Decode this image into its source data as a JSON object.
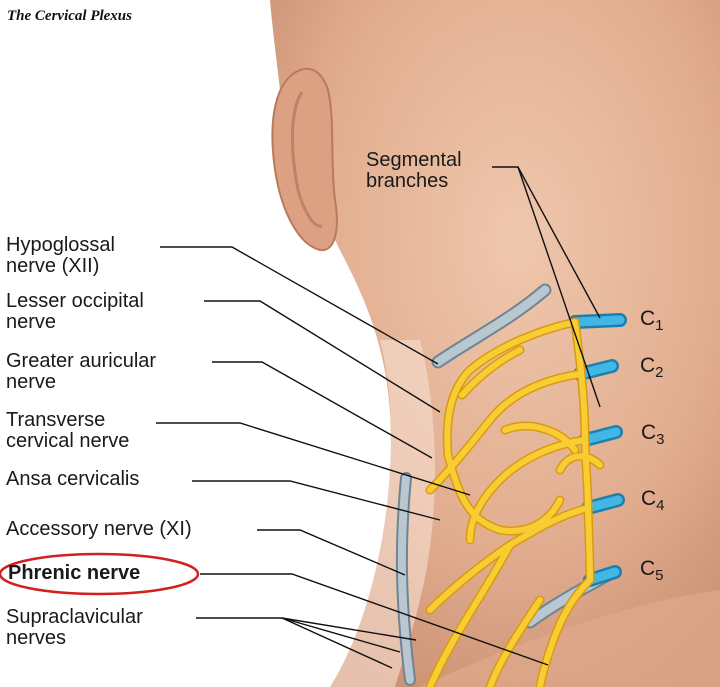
{
  "title": "The Cervical Plexus",
  "labels": {
    "segmental": [
      "Segmental",
      "branches"
    ],
    "hypoglossal": [
      "Hypoglossal",
      "nerve (XII)"
    ],
    "lesser_occipital": [
      "Lesser occipital",
      "nerve"
    ],
    "greater_auricular": [
      "Greater auricular",
      "nerve"
    ],
    "transverse_cervical": [
      "Transverse",
      "cervical nerve"
    ],
    "ansa_cervicalis": "Ansa cervicalis",
    "accessory": "Accessory nerve (XI)",
    "phrenic": "Phrenic nerve",
    "supraclavicular": [
      "Supraclavicular",
      "nerves"
    ]
  },
  "cervical_levels": [
    {
      "letter": "C",
      "num": "1"
    },
    {
      "letter": "C",
      "num": "2"
    },
    {
      "letter": "C",
      "num": "3"
    },
    {
      "letter": "C",
      "num": "4"
    },
    {
      "letter": "C",
      "num": "5"
    }
  ],
  "colors": {
    "skin": "#e7b89c",
    "skin_dark": "#c98f72",
    "nerve": "#f6c62a",
    "nerve_edge": "#d99a10",
    "spinal_root": "#2fa7d8",
    "vessel": "#9fb1bc",
    "highlight_ring": "#d21f1f"
  }
}
